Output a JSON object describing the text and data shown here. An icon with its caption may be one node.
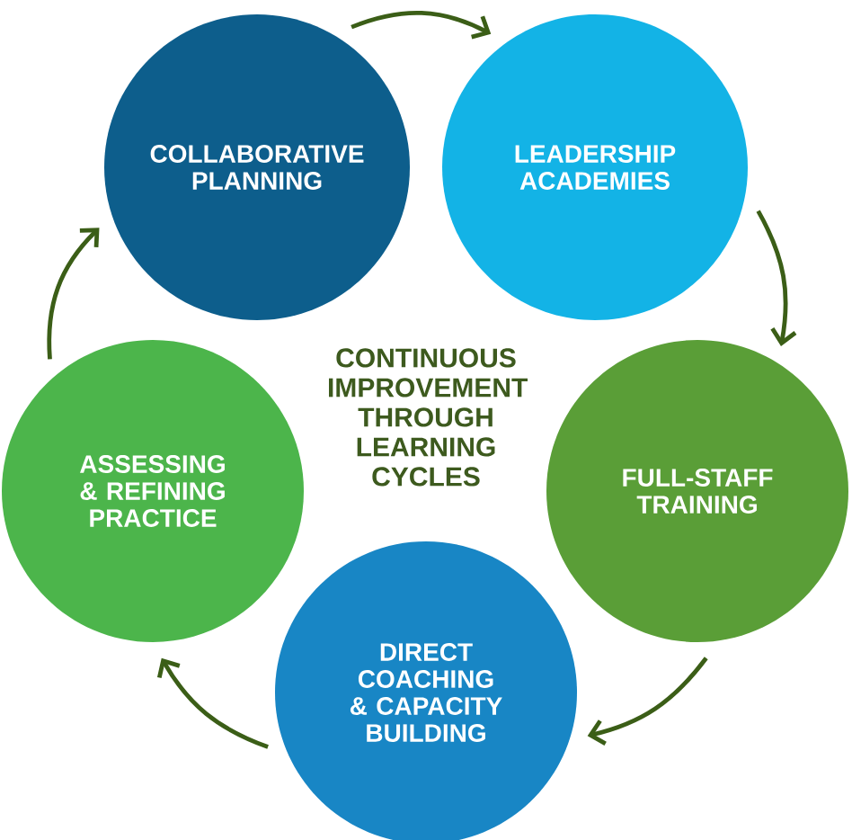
{
  "diagram": {
    "nodes": [
      {
        "text": [
          "COLLABORATIVE PLANNING"
        ]
      },
      {
        "text": [
          "LEADERSHIP ACADEMIES"
        ]
      },
      {
        "text": [
          "FULL-STAFF TRAINING"
        ]
      },
      {
        "text": [
          "DIRECT COACHING & CAPACITY BUILDING"
        ]
      },
      {
        "text": [
          "ASSESSING & REFINING PRACTICE"
        ]
      }
    ],
    "edges": [
      {
        "from": 0,
        "to": 1,
        "arrow": "to"
      },
      {
        "from": 1,
        "to": 2,
        "arrow": "to"
      },
      {
        "from": 2,
        "to": 3,
        "arrow": "to"
      },
      {
        "from": 3,
        "to": 4,
        "arrow": "to"
      },
      {
        "from": 4,
        "to": 0,
        "arrow": "to"
      }
    ],
    "labels": [
      "CONTINUOUS IMPROVEMENT THROUGH LEARNING CYCLES"
    ]
  }
}
